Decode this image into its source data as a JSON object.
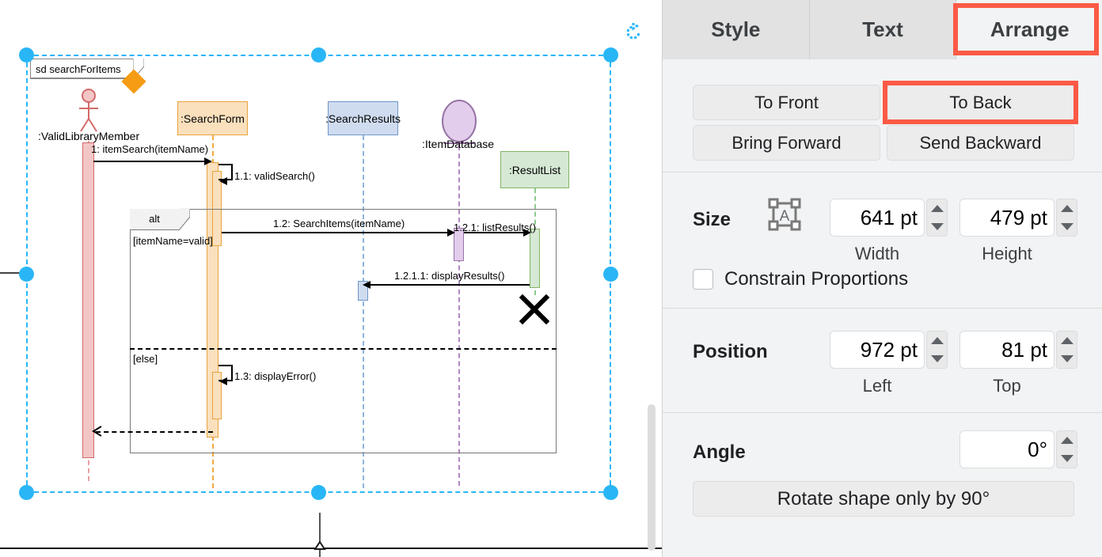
{
  "panel": {
    "tabs": [
      {
        "label": "Style",
        "active": false
      },
      {
        "label": "Text",
        "active": false
      },
      {
        "label": "Arrange",
        "active": true
      }
    ],
    "order": {
      "to_front": "To Front",
      "to_back": "To Back",
      "bring_forward": "Bring Forward",
      "send_backward": "Send Backward"
    },
    "size": {
      "label": "Size",
      "autosize_icon": "autosize-icon",
      "width_value": "641 pt",
      "height_value": "479 pt",
      "width_label": "Width",
      "height_label": "Height",
      "constrain_label": "Constrain Proportions",
      "constrain_checked": false
    },
    "position": {
      "label": "Position",
      "left_value": "972 pt",
      "top_value": "81 pt",
      "left_label": "Left",
      "top_label": "Top"
    },
    "angle": {
      "label": "Angle",
      "value": "0°",
      "rotate_button": "Rotate shape only by 90°"
    },
    "highlight_color": "#fb5a45"
  },
  "canvas": {
    "diagram_title": "sd searchForItems",
    "alt_tag": "alt",
    "guards": [
      "[itemName=valid]",
      "[else]"
    ],
    "lifelines": [
      {
        "name": ":ValidLibraryMember",
        "kind": "actor",
        "color": "#e8a0a0"
      },
      {
        "name": ":SearchForm",
        "kind": "box",
        "color": "#fae0bd"
      },
      {
        "name": ":SearchResults",
        "kind": "box",
        "color": "#cfdcf0"
      },
      {
        "name": ":ItemDatabase",
        "kind": "database",
        "color": "#e3cdec"
      },
      {
        "name": ":ResultList",
        "kind": "box",
        "color": "#d5e8d4"
      }
    ],
    "messages": [
      {
        "id": "1",
        "label": "1: itemSearch(itemName)",
        "kind": "sync"
      },
      {
        "id": "1.1",
        "label": "1.1: validSearch()",
        "kind": "self"
      },
      {
        "id": "1.2",
        "label": "1.2: SearchItems(itemName)",
        "kind": "sync"
      },
      {
        "id": "1.2.1",
        "label": "1.2.1: listResults()",
        "kind": "sync"
      },
      {
        "id": "1.2.1.1",
        "label": "1.2.1.1: displayResults()",
        "kind": "sync"
      },
      {
        "id": "1.3",
        "label": "1.3: displayError()",
        "kind": "self"
      },
      {
        "id": "ret",
        "label": "",
        "kind": "return"
      }
    ],
    "destruction_marker": "destroy-x"
  }
}
